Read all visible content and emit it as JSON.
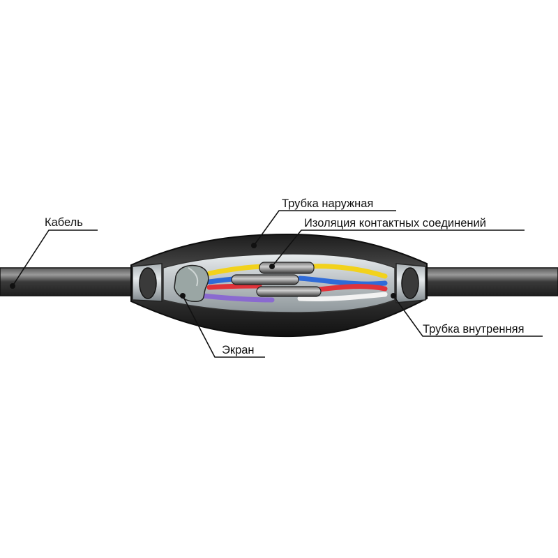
{
  "labels": {
    "cable": "Кабель",
    "outer_tube": "Трубка наружная",
    "contact_insulation": "Изоляция контактных соединений",
    "inner_tube": "Трубка внутренняя",
    "screen": "Экран"
  },
  "colors": {
    "background": "#ffffff",
    "cable_body": "#2f2f2f",
    "sleeve_outer": "#303030",
    "sleeve_inner": "#cfd3d4",
    "wire_yellow": "#f2d21c",
    "wire_blue": "#2f6bd8",
    "wire_red": "#e0333a",
    "wire_purple": "#8a6ad0",
    "wire_white": "#f2f2f2",
    "leader_line": "#111111"
  },
  "icons": [
    "cable-sleeve-diagram"
  ]
}
